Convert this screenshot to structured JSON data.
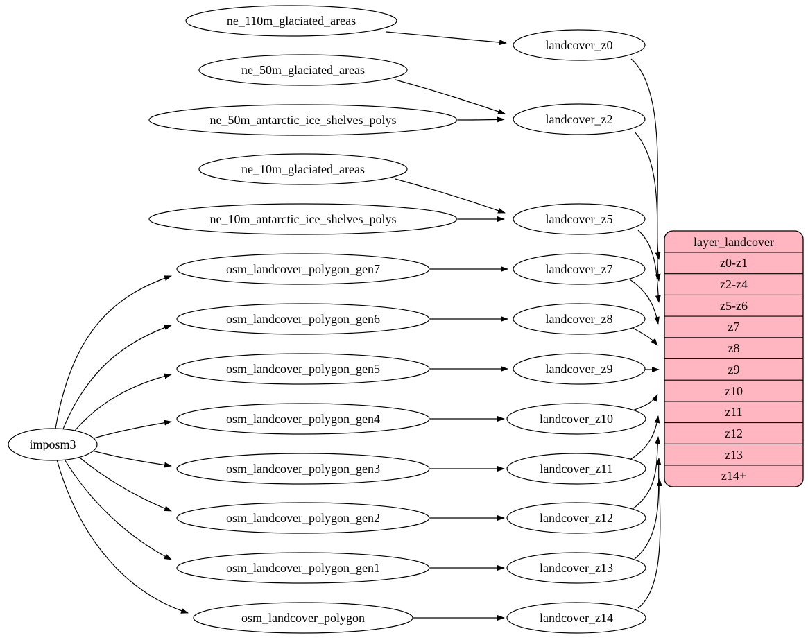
{
  "colors": {
    "table_fill": "#ffb6c1",
    "node_fill": "#ffffff",
    "stroke": "#000000",
    "background": "#ffffff"
  },
  "nodes": {
    "imposm3": "imposm3",
    "ne_110m_glaciated_areas": "ne_110m_glaciated_areas",
    "ne_50m_glaciated_areas": "ne_50m_glaciated_areas",
    "ne_50m_antarctic_ice_shelves_polys": "ne_50m_antarctic_ice_shelves_polys",
    "ne_10m_glaciated_areas": "ne_10m_glaciated_areas",
    "ne_10m_antarctic_ice_shelves_polys": "ne_10m_antarctic_ice_shelves_polys",
    "osm_landcover_polygon_gen7": "osm_landcover_polygon_gen7",
    "osm_landcover_polygon_gen6": "osm_landcover_polygon_gen6",
    "osm_landcover_polygon_gen5": "osm_landcover_polygon_gen5",
    "osm_landcover_polygon_gen4": "osm_landcover_polygon_gen4",
    "osm_landcover_polygon_gen3": "osm_landcover_polygon_gen3",
    "osm_landcover_polygon_gen2": "osm_landcover_polygon_gen2",
    "osm_landcover_polygon_gen1": "osm_landcover_polygon_gen1",
    "osm_landcover_polygon": "osm_landcover_polygon",
    "landcover_z0": "landcover_z0",
    "landcover_z2": "landcover_z2",
    "landcover_z5": "landcover_z5",
    "landcover_z7": "landcover_z7",
    "landcover_z8": "landcover_z8",
    "landcover_z9": "landcover_z9",
    "landcover_z10": "landcover_z10",
    "landcover_z11": "landcover_z11",
    "landcover_z12": "landcover_z12",
    "landcover_z13": "landcover_z13",
    "landcover_z14": "landcover_z14"
  },
  "table": {
    "title": "layer_landcover",
    "rows": [
      "z0-z1",
      "z2-z4",
      "z5-z6",
      "z7",
      "z8",
      "z9",
      "z10",
      "z11",
      "z12",
      "z13",
      "z14+"
    ]
  },
  "edges": [
    {
      "from": "ne_110m_glaciated_areas",
      "to": "landcover_z0"
    },
    {
      "from": "ne_50m_glaciated_areas",
      "to": "landcover_z2"
    },
    {
      "from": "ne_50m_antarctic_ice_shelves_polys",
      "to": "landcover_z2"
    },
    {
      "from": "ne_10m_glaciated_areas",
      "to": "landcover_z5"
    },
    {
      "from": "ne_10m_antarctic_ice_shelves_polys",
      "to": "landcover_z5"
    },
    {
      "from": "imposm3",
      "to": "osm_landcover_polygon_gen7"
    },
    {
      "from": "imposm3",
      "to": "osm_landcover_polygon_gen6"
    },
    {
      "from": "imposm3",
      "to": "osm_landcover_polygon_gen5"
    },
    {
      "from": "imposm3",
      "to": "osm_landcover_polygon_gen4"
    },
    {
      "from": "imposm3",
      "to": "osm_landcover_polygon_gen3"
    },
    {
      "from": "imposm3",
      "to": "osm_landcover_polygon_gen2"
    },
    {
      "from": "imposm3",
      "to": "osm_landcover_polygon_gen1"
    },
    {
      "from": "imposm3",
      "to": "osm_landcover_polygon"
    },
    {
      "from": "osm_landcover_polygon_gen7",
      "to": "landcover_z7"
    },
    {
      "from": "osm_landcover_polygon_gen6",
      "to": "landcover_z8"
    },
    {
      "from": "osm_landcover_polygon_gen5",
      "to": "landcover_z9"
    },
    {
      "from": "osm_landcover_polygon_gen4",
      "to": "landcover_z10"
    },
    {
      "from": "osm_landcover_polygon_gen3",
      "to": "landcover_z11"
    },
    {
      "from": "osm_landcover_polygon_gen2",
      "to": "landcover_z12"
    },
    {
      "from": "osm_landcover_polygon_gen1",
      "to": "landcover_z13"
    },
    {
      "from": "osm_landcover_polygon",
      "to": "landcover_z14"
    },
    {
      "from": "landcover_z0",
      "to": "layer_landcover.z0-z1"
    },
    {
      "from": "landcover_z2",
      "to": "layer_landcover.z2-z4"
    },
    {
      "from": "landcover_z5",
      "to": "layer_landcover.z5-z6"
    },
    {
      "from": "landcover_z7",
      "to": "layer_landcover.z7"
    },
    {
      "from": "landcover_z8",
      "to": "layer_landcover.z8"
    },
    {
      "from": "landcover_z9",
      "to": "layer_landcover.z9"
    },
    {
      "from": "landcover_z10",
      "to": "layer_landcover.z10"
    },
    {
      "from": "landcover_z11",
      "to": "layer_landcover.z11"
    },
    {
      "from": "landcover_z12",
      "to": "layer_landcover.z12"
    },
    {
      "from": "landcover_z13",
      "to": "layer_landcover.z13"
    },
    {
      "from": "landcover_z14",
      "to": "layer_landcover.z14+"
    }
  ]
}
